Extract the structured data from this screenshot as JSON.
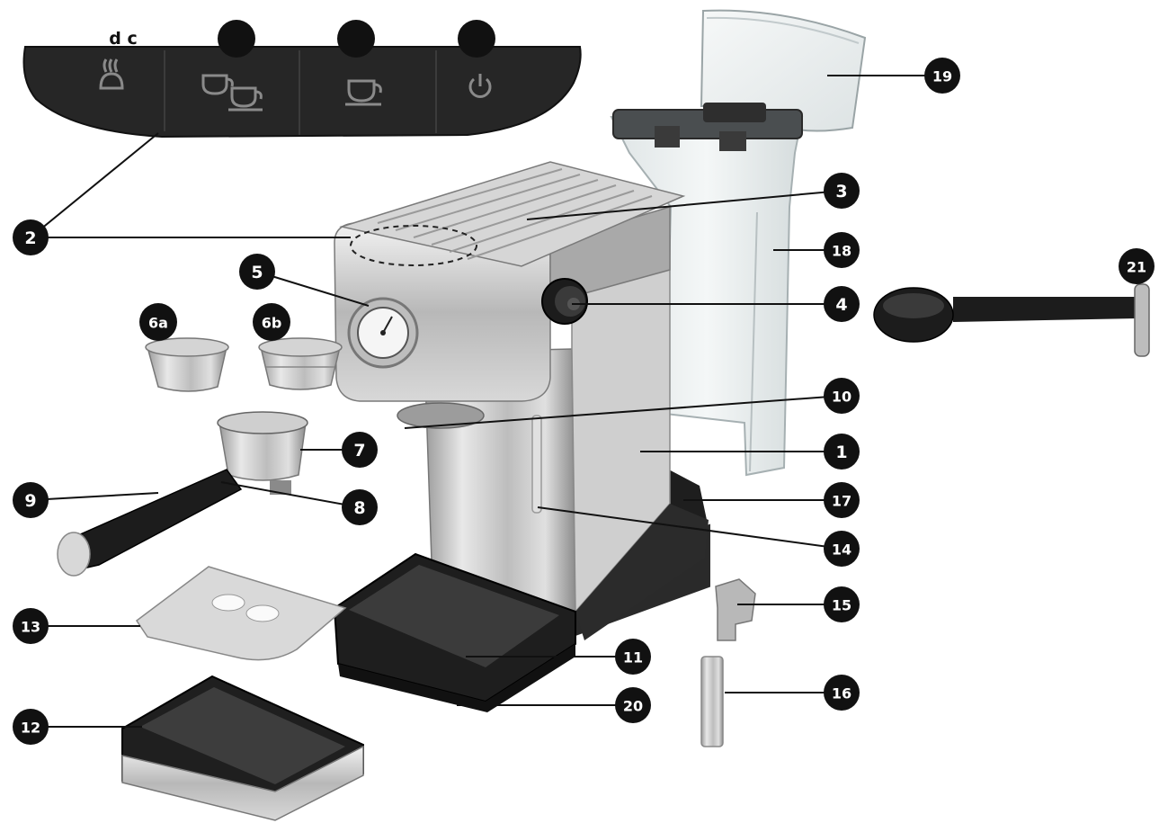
{
  "colors": {
    "badge": "#111111",
    "badge_text": "#ffffff",
    "panel": "#2a2a2a",
    "steel_light": "#e4e4e4",
    "steel_dark": "#8a8a8a",
    "plastic_dark": "#262626",
    "tank": "#eef2f3"
  },
  "panel_labels": [
    {
      "label": "d c",
      "style": "plain"
    },
    {
      "label": "",
      "style": "badge"
    },
    {
      "label": "",
      "style": "badge"
    },
    {
      "label": "",
      "style": "badge"
    }
  ],
  "panel_icons": [
    "steam-icon",
    "double-cup-icon",
    "single-cup-icon",
    "power-icon"
  ],
  "callouts": [
    {
      "id": "c1",
      "label": "1"
    },
    {
      "id": "c2",
      "label": "2"
    },
    {
      "id": "c3",
      "label": "3"
    },
    {
      "id": "c4",
      "label": "4"
    },
    {
      "id": "c5",
      "label": "5"
    },
    {
      "id": "c6a",
      "label": "6a"
    },
    {
      "id": "c6b",
      "label": "6b"
    },
    {
      "id": "c7",
      "label": "7"
    },
    {
      "id": "c8",
      "label": "8"
    },
    {
      "id": "c9",
      "label": "9"
    },
    {
      "id": "c10",
      "label": "10"
    },
    {
      "id": "c11",
      "label": "11"
    },
    {
      "id": "c12",
      "label": "12"
    },
    {
      "id": "c13",
      "label": "13"
    },
    {
      "id": "c14",
      "label": "14"
    },
    {
      "id": "c15",
      "label": "15"
    },
    {
      "id": "c16",
      "label": "16"
    },
    {
      "id": "c17",
      "label": "17"
    },
    {
      "id": "c18",
      "label": "18"
    },
    {
      "id": "c19",
      "label": "19"
    },
    {
      "id": "c20",
      "label": "20"
    },
    {
      "id": "c21",
      "label": "21"
    }
  ]
}
